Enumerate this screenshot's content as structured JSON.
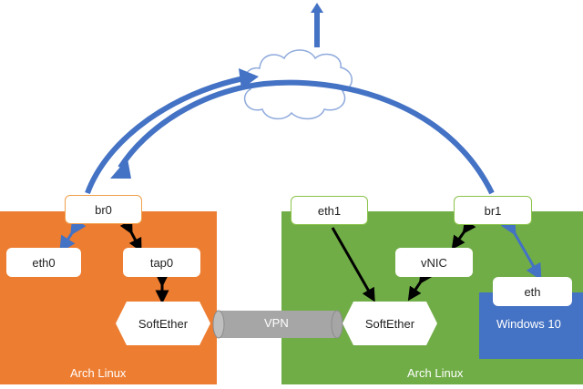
{
  "regions": {
    "left_host": {
      "label": "Arch Linux",
      "color": "#ed7d31"
    },
    "right_host": {
      "label": "Arch Linux",
      "color": "#70ad47"
    },
    "windows": {
      "label": "Windows 10",
      "color": "#4472c4"
    }
  },
  "nodes": {
    "br0": "br0",
    "eth0": "eth0",
    "tap0": "tap0",
    "softether_left": "SoftEther",
    "eth1": "eth1",
    "br1": "br1",
    "vnic": "vNIC",
    "softether_right": "SoftEther",
    "eth_win": "eth"
  },
  "tunnel": {
    "label": "VPN"
  },
  "colors": {
    "arrow_blue": "#4472c4",
    "arrow_black": "#000000",
    "tunnel_gray": "#a6a6a6",
    "cloud_outline": "#8faadc"
  }
}
